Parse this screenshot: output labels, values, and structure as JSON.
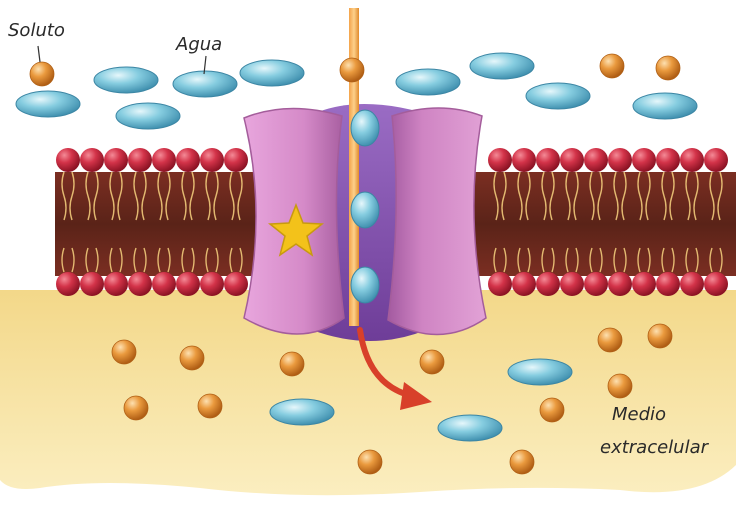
{
  "labels": {
    "solute": "Soluto",
    "water": "Agua",
    "medium_line1": "Medio",
    "medium_line2": "extracelular"
  },
  "colors": {
    "water_molecule": "#7fc6d9",
    "solute_particle": "#e08a2c",
    "membrane_head": "#c8283e",
    "membrane_core": "#6b2a24",
    "protein": "#d98ac9",
    "extracellular": "#f6df93",
    "arrow": "#d8402a",
    "star": "#f3c21a"
  },
  "icons": {
    "flow_arrow": "curved-arrow-icon",
    "marker": "star-icon"
  }
}
